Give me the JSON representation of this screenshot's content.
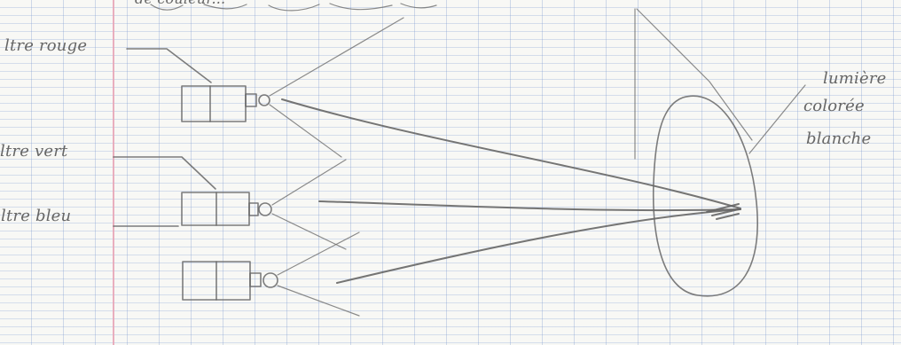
{
  "diagram": {
    "top_text": "de couleur...",
    "labels": {
      "red_filter": "ltre rouge",
      "green_filter": "ltre vert",
      "blue_filter": "ltre bleu",
      "result": [
        "lumière",
        "colorée",
        "blanche"
      ]
    }
  }
}
